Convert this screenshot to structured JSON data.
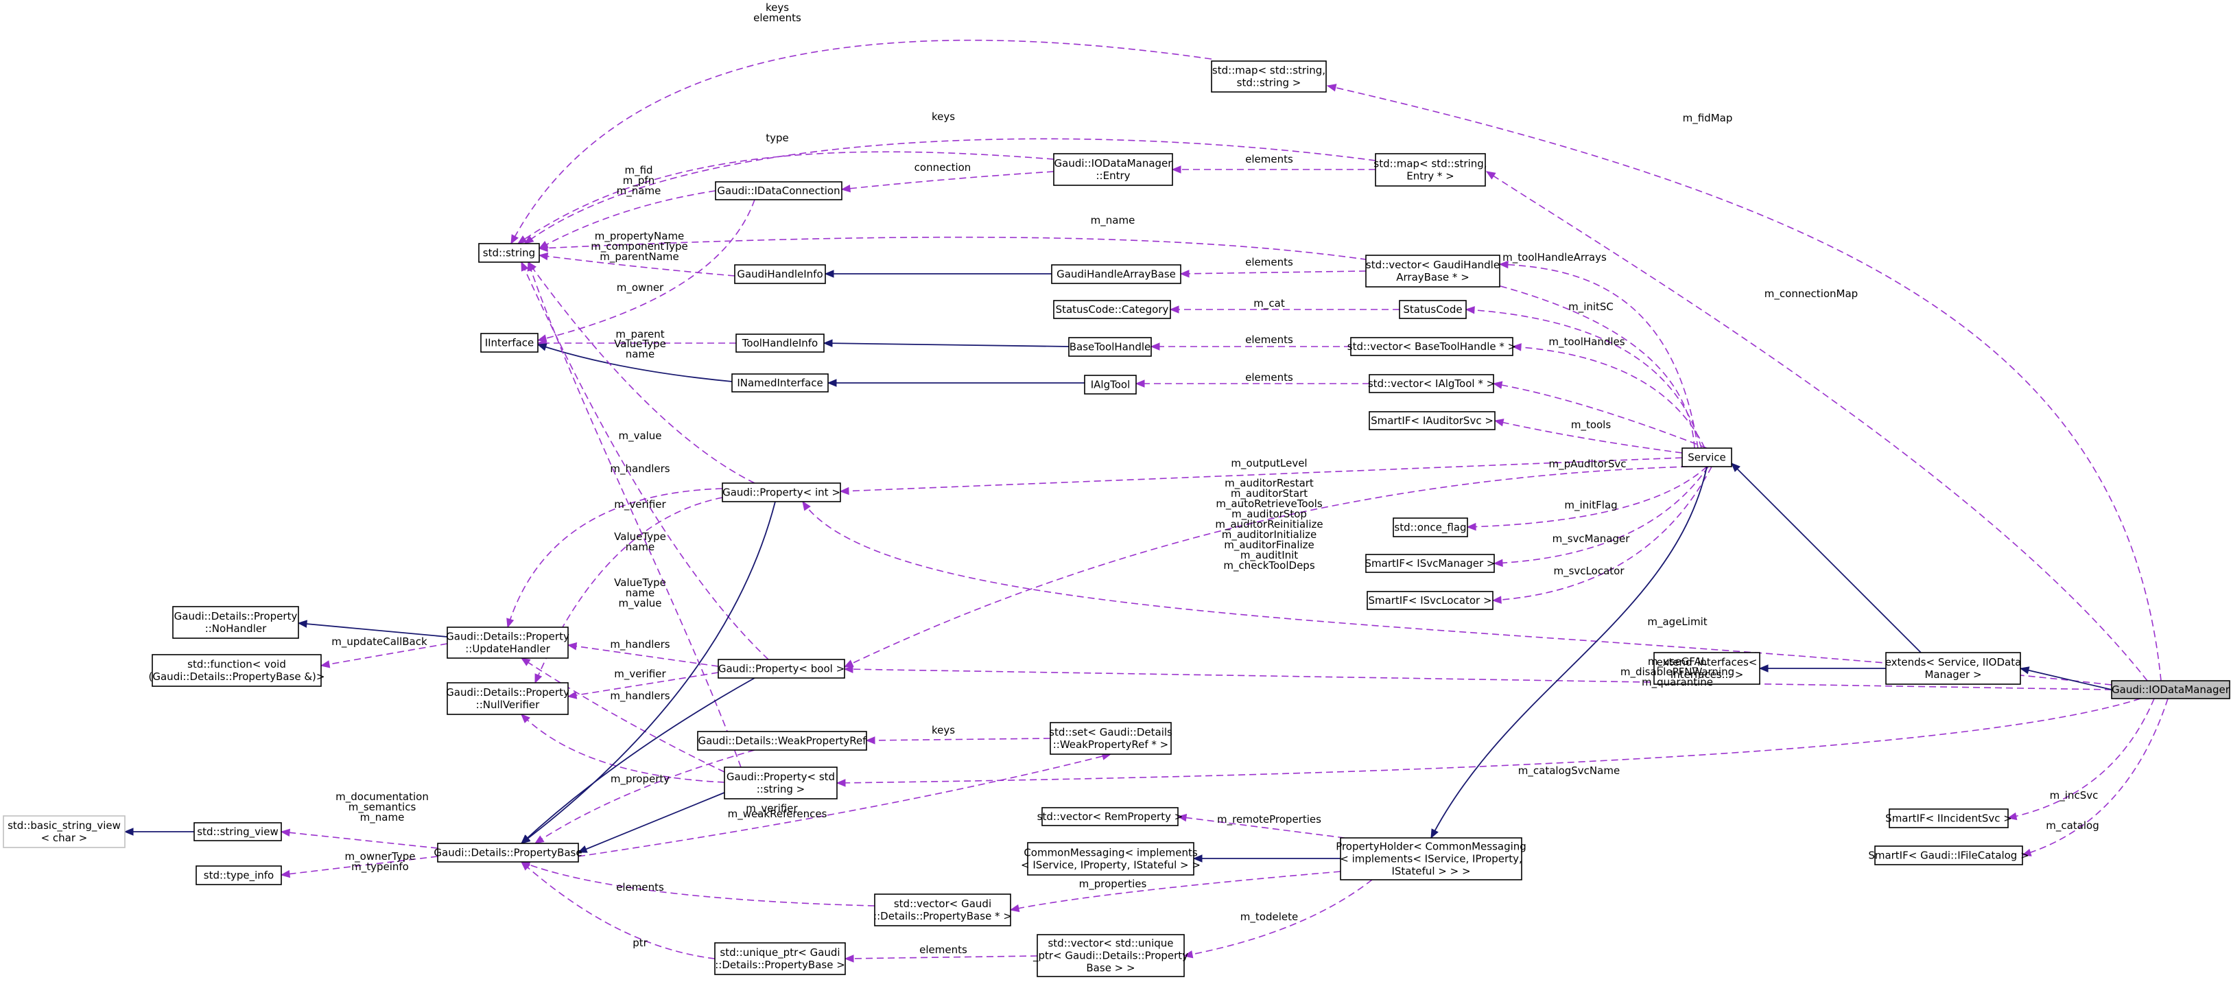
{
  "nodes": [
    {
      "id": "map_ss",
      "lines": [
        "std::map< std::string,",
        "std::string >"
      ]
    },
    {
      "id": "map_entry",
      "lines": [
        "std::map< std::string,",
        "Entry * >"
      ]
    },
    {
      "id": "iodm_entry",
      "lines": [
        "Gaudi::IODataManager",
        "::Entry"
      ]
    },
    {
      "id": "idataconn",
      "lines": [
        "Gaudi::IDataConnection"
      ]
    },
    {
      "id": "stdstring",
      "lines": [
        "std::string"
      ]
    },
    {
      "id": "gaudihandleinfo",
      "lines": [
        "GaudiHandleInfo"
      ]
    },
    {
      "id": "gaudihandlearraybase",
      "lines": [
        "GaudiHandleArrayBase"
      ]
    },
    {
      "id": "vec_gaudihandle",
      "lines": [
        "std::vector< GaudiHandle",
        "ArrayBase * >"
      ]
    },
    {
      "id": "statuscode_category",
      "lines": [
        "StatusCode::Category"
      ]
    },
    {
      "id": "statuscode",
      "lines": [
        "StatusCode"
      ]
    },
    {
      "id": "iinterface",
      "lines": [
        "IInterface"
      ]
    },
    {
      "id": "toolhandleinfo",
      "lines": [
        "ToolHandleInfo"
      ]
    },
    {
      "id": "basetoolhandle",
      "lines": [
        "BaseToolHandle"
      ]
    },
    {
      "id": "vec_basetoolhandle",
      "lines": [
        "std::vector< BaseToolHandle * >"
      ]
    },
    {
      "id": "inamedinterface",
      "lines": [
        "INamedInterface"
      ]
    },
    {
      "id": "ialgtool",
      "lines": [
        "IAlgTool"
      ]
    },
    {
      "id": "vec_ialgtool",
      "lines": [
        "std::vector< IAlgTool * >"
      ]
    },
    {
      "id": "smartif_auditor",
      "lines": [
        "SmartIF< IAuditorSvc >"
      ]
    },
    {
      "id": "service",
      "lines": [
        "Service"
      ]
    },
    {
      "id": "prop_int",
      "lines": [
        "Gaudi::Property< int >"
      ]
    },
    {
      "id": "once_flag",
      "lines": [
        "std::once_flag"
      ]
    },
    {
      "id": "smartif_svcmanager",
      "lines": [
        "SmartIF< ISvcManager >"
      ]
    },
    {
      "id": "smartif_svclocator",
      "lines": [
        "SmartIF< ISvcLocator >"
      ]
    },
    {
      "id": "nohandler",
      "lines": [
        "Gaudi::Details::Property",
        "::NoHandler"
      ]
    },
    {
      "id": "updatehandler",
      "lines": [
        "Gaudi::Details::Property",
        "::UpdateHandler"
      ]
    },
    {
      "id": "stdfunction",
      "lines": [
        "std::function< void",
        "(Gaudi::Details::PropertyBase &)>"
      ]
    },
    {
      "id": "nullverifier",
      "lines": [
        "Gaudi::Details::Property",
        "::NullVerifier"
      ]
    },
    {
      "id": "prop_bool",
      "lines": [
        "Gaudi::Property< bool >"
      ]
    },
    {
      "id": "extend_interfaces",
      "lines": [
        "extend_interfaces<",
        "Interfaces... >"
      ]
    },
    {
      "id": "extends",
      "lines": [
        "extends< Service, IIOData",
        "Manager >"
      ]
    },
    {
      "id": "iodatamanager",
      "lines": [
        "Gaudi::IODataManager"
      ]
    },
    {
      "id": "weakpropref",
      "lines": [
        "Gaudi::Details::WeakPropertyRef"
      ]
    },
    {
      "id": "set_weakpropref",
      "lines": [
        "std::set< Gaudi::Details",
        "::WeakPropertyRef * >"
      ]
    },
    {
      "id": "prop_string",
      "lines": [
        "Gaudi::Property< std",
        "::string >"
      ]
    },
    {
      "id": "basic_string_view",
      "lines": [
        "std::basic_string_view",
        "< char >"
      ]
    },
    {
      "id": "string_view",
      "lines": [
        "std::string_view"
      ]
    },
    {
      "id": "propertybase",
      "lines": [
        "Gaudi::Details::PropertyBase"
      ]
    },
    {
      "id": "type_info",
      "lines": [
        "std::type_info"
      ]
    },
    {
      "id": "vec_remproperty",
      "lines": [
        "std::vector< RemProperty >"
      ]
    },
    {
      "id": "commonmessaging",
      "lines": [
        "CommonMessaging< implements",
        "< IService, IProperty, IStateful > >"
      ]
    },
    {
      "id": "propertyholder",
      "lines": [
        "PropertyHolder< CommonMessaging",
        "< implements< IService, IProperty,",
        "IStateful > > >"
      ]
    },
    {
      "id": "vec_propertybase",
      "lines": [
        "std::vector< Gaudi",
        "::Details::PropertyBase * >"
      ]
    },
    {
      "id": "unique_ptr_pb",
      "lines": [
        "std::unique_ptr< Gaudi",
        "::Details::PropertyBase >"
      ]
    },
    {
      "id": "vec_unique_ptr",
      "lines": [
        "std::vector< std::unique",
        "_ptr< Gaudi::Details::Property",
        "Base > >"
      ]
    },
    {
      "id": "smartif_incident",
      "lines": [
        "SmartIF< IIncidentSvc >"
      ]
    },
    {
      "id": "smartif_filecatalog",
      "lines": [
        "SmartIF< Gaudi::IFileCatalog >"
      ]
    }
  ],
  "edge_labels": [
    {
      "id": "lbl_keys_elements",
      "lines": [
        "keys",
        "elements"
      ]
    },
    {
      "id": "lbl_fidmap",
      "lines": [
        "m_fidMap"
      ]
    },
    {
      "id": "lbl_keys2",
      "lines": [
        "keys"
      ]
    },
    {
      "id": "lbl_type",
      "lines": [
        "type"
      ]
    },
    {
      "id": "lbl_elements_entry",
      "lines": [
        "elements"
      ]
    },
    {
      "id": "lbl_connection",
      "lines": [
        "connection"
      ]
    },
    {
      "id": "lbl_fid_pfn_name",
      "lines": [
        "m_fid",
        "m_pfn",
        "m_name"
      ]
    },
    {
      "id": "lbl_connectionmap",
      "lines": [
        "m_connectionMap"
      ]
    },
    {
      "id": "lbl_name",
      "lines": [
        "m_name"
      ]
    },
    {
      "id": "lbl_propname",
      "lines": [
        "m_propertyName",
        "m_componentType",
        "m_parentName"
      ]
    },
    {
      "id": "lbl_elements_gha",
      "lines": [
        "elements"
      ]
    },
    {
      "id": "lbl_toolhandlearrays",
      "lines": [
        "m_toolHandleArrays"
      ]
    },
    {
      "id": "lbl_owner",
      "lines": [
        "m_owner"
      ]
    },
    {
      "id": "lbl_cat",
      "lines": [
        "m_cat"
      ]
    },
    {
      "id": "lbl_initsc",
      "lines": [
        "m_initSC"
      ]
    },
    {
      "id": "lbl_parent",
      "lines": [
        "m_parent"
      ]
    },
    {
      "id": "lbl_valuetype_name1",
      "lines": [
        "ValueType",
        "name"
      ]
    },
    {
      "id": "lbl_elements_bth",
      "lines": [
        "elements"
      ]
    },
    {
      "id": "lbl_toolhandles",
      "lines": [
        "m_toolHandles"
      ]
    },
    {
      "id": "lbl_elements_tool",
      "lines": [
        "elements"
      ]
    },
    {
      "id": "lbl_tools",
      "lines": [
        "m_tools"
      ]
    },
    {
      "id": "lbl_pauditorsvc",
      "lines": [
        "m_pAuditorSvc"
      ]
    },
    {
      "id": "lbl_value",
      "lines": [
        "m_value"
      ]
    },
    {
      "id": "lbl_handlers1",
      "lines": [
        "m_handlers"
      ]
    },
    {
      "id": "lbl_outputlevel",
      "lines": [
        "m_outputLevel"
      ]
    },
    {
      "id": "lbl_verifier1",
      "lines": [
        "m_verifier"
      ]
    },
    {
      "id": "lbl_auditor_group",
      "lines": [
        "m_auditorRestart",
        "m_auditorStart",
        "m_autoRetrieveTools",
        "m_auditorStop",
        "m_auditorReinitialize",
        "m_auditorInitialize",
        "m_auditorFinalize",
        "m_auditInit",
        "m_checkToolDeps"
      ]
    },
    {
      "id": "lbl_initflag",
      "lines": [
        "m_initFlag"
      ]
    },
    {
      "id": "lbl_valuetype_name2",
      "lines": [
        "ValueType",
        "name"
      ]
    },
    {
      "id": "lbl_svcmanager",
      "lines": [
        "m_svcManager"
      ]
    },
    {
      "id": "lbl_valuetype_name_value",
      "lines": [
        "ValueType",
        "name",
        "m_value"
      ]
    },
    {
      "id": "lbl_svclocator",
      "lines": [
        "m_svcLocator"
      ]
    },
    {
      "id": "lbl_updatecallback",
      "lines": [
        "m_updateCallBack"
      ]
    },
    {
      "id": "lbl_handlers2",
      "lines": [
        "m_handlers"
      ]
    },
    {
      "id": "lbl_agelimit",
      "lines": [
        "m_ageLimit"
      ]
    },
    {
      "id": "lbl_verifier2",
      "lines": [
        "m_verifier"
      ]
    },
    {
      "id": "lbl_usegfal",
      "lines": [
        "m_useGFAL",
        "m_disablePFNWarning",
        "m_quarantine"
      ]
    },
    {
      "id": "lbl_handlers3",
      "lines": [
        "m_handlers"
      ]
    },
    {
      "id": "lbl_keys3",
      "lines": [
        "keys"
      ]
    },
    {
      "id": "lbl_catalogsvcname",
      "lines": [
        "m_catalogSvcName"
      ]
    },
    {
      "id": "lbl_property",
      "lines": [
        "m_property"
      ]
    },
    {
      "id": "lbl_verifier3",
      "lines": [
        "m_verifier"
      ]
    },
    {
      "id": "lbl_doc",
      "lines": [
        "m_documentation",
        "m_semantics",
        "m_name"
      ]
    },
    {
      "id": "lbl_weakreferences",
      "lines": [
        "m_weakReferences"
      ]
    },
    {
      "id": "lbl_incsvc",
      "lines": [
        "m_incSvc"
      ]
    },
    {
      "id": "lbl_remoteproperties",
      "lines": [
        "m_remoteProperties"
      ]
    },
    {
      "id": "lbl_catalog",
      "lines": [
        "m_catalog"
      ]
    },
    {
      "id": "lbl_ownertype",
      "lines": [
        "m_ownerType",
        "m_typeinfo"
      ]
    },
    {
      "id": "lbl_properties",
      "lines": [
        "m_properties"
      ]
    },
    {
      "id": "lbl_elements_pb",
      "lines": [
        "elements"
      ]
    },
    {
      "id": "lbl_todelete",
      "lines": [
        "m_todelete"
      ]
    },
    {
      "id": "lbl_ptr",
      "lines": [
        "ptr"
      ]
    },
    {
      "id": "lbl_elements_up",
      "lines": [
        "elements"
      ]
    }
  ],
  "colors": {
    "usage_edge": "#9a32cd",
    "inheritance_edge": "#191970",
    "focus_fill": "#bfbfbf",
    "node_border": "#000000",
    "external_border": "#bfbfbf"
  }
}
